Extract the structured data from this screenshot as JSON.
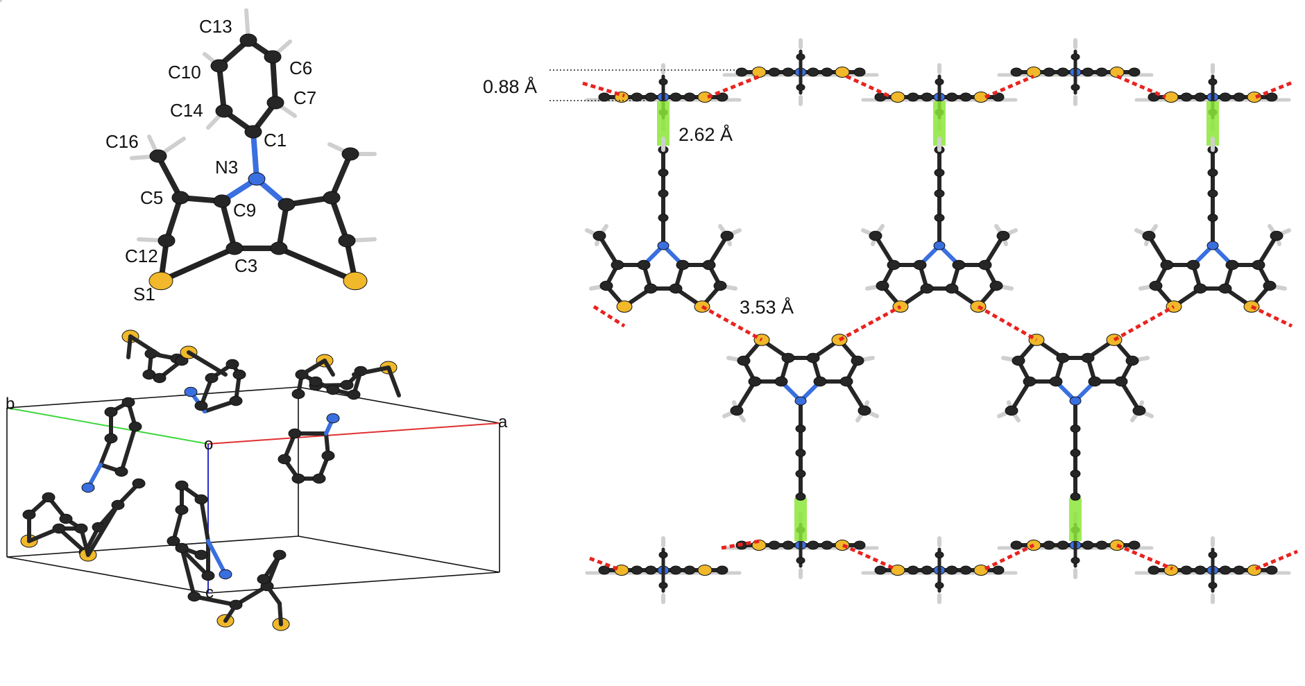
{
  "colors": {
    "carbon": "#262626",
    "nitrogen": "#3a6fe0",
    "sulfur": "#f0b82a",
    "hydrogen": "#d8d8d8",
    "axis_a": "#e03030",
    "axis_b": "#3fd63f",
    "axis_c": "#2a2ad0",
    "contact": "#e8231f",
    "highlight": "#8ce63a"
  },
  "molecule_panel": {
    "atom_labels": [
      "C13",
      "C10",
      "C6",
      "C14",
      "C7",
      "C16",
      "C1",
      "N3",
      "C5",
      "C9",
      "C12",
      "C3",
      "S1"
    ]
  },
  "unit_cell_panel": {
    "axis_labels": {
      "a": "a",
      "b": "b",
      "c": "c",
      "origin": "o"
    }
  },
  "packing_panel": {
    "distances": {
      "d1": "0.88 Å",
      "d2": "2.62 Å",
      "d3": "3.53 Å"
    }
  }
}
